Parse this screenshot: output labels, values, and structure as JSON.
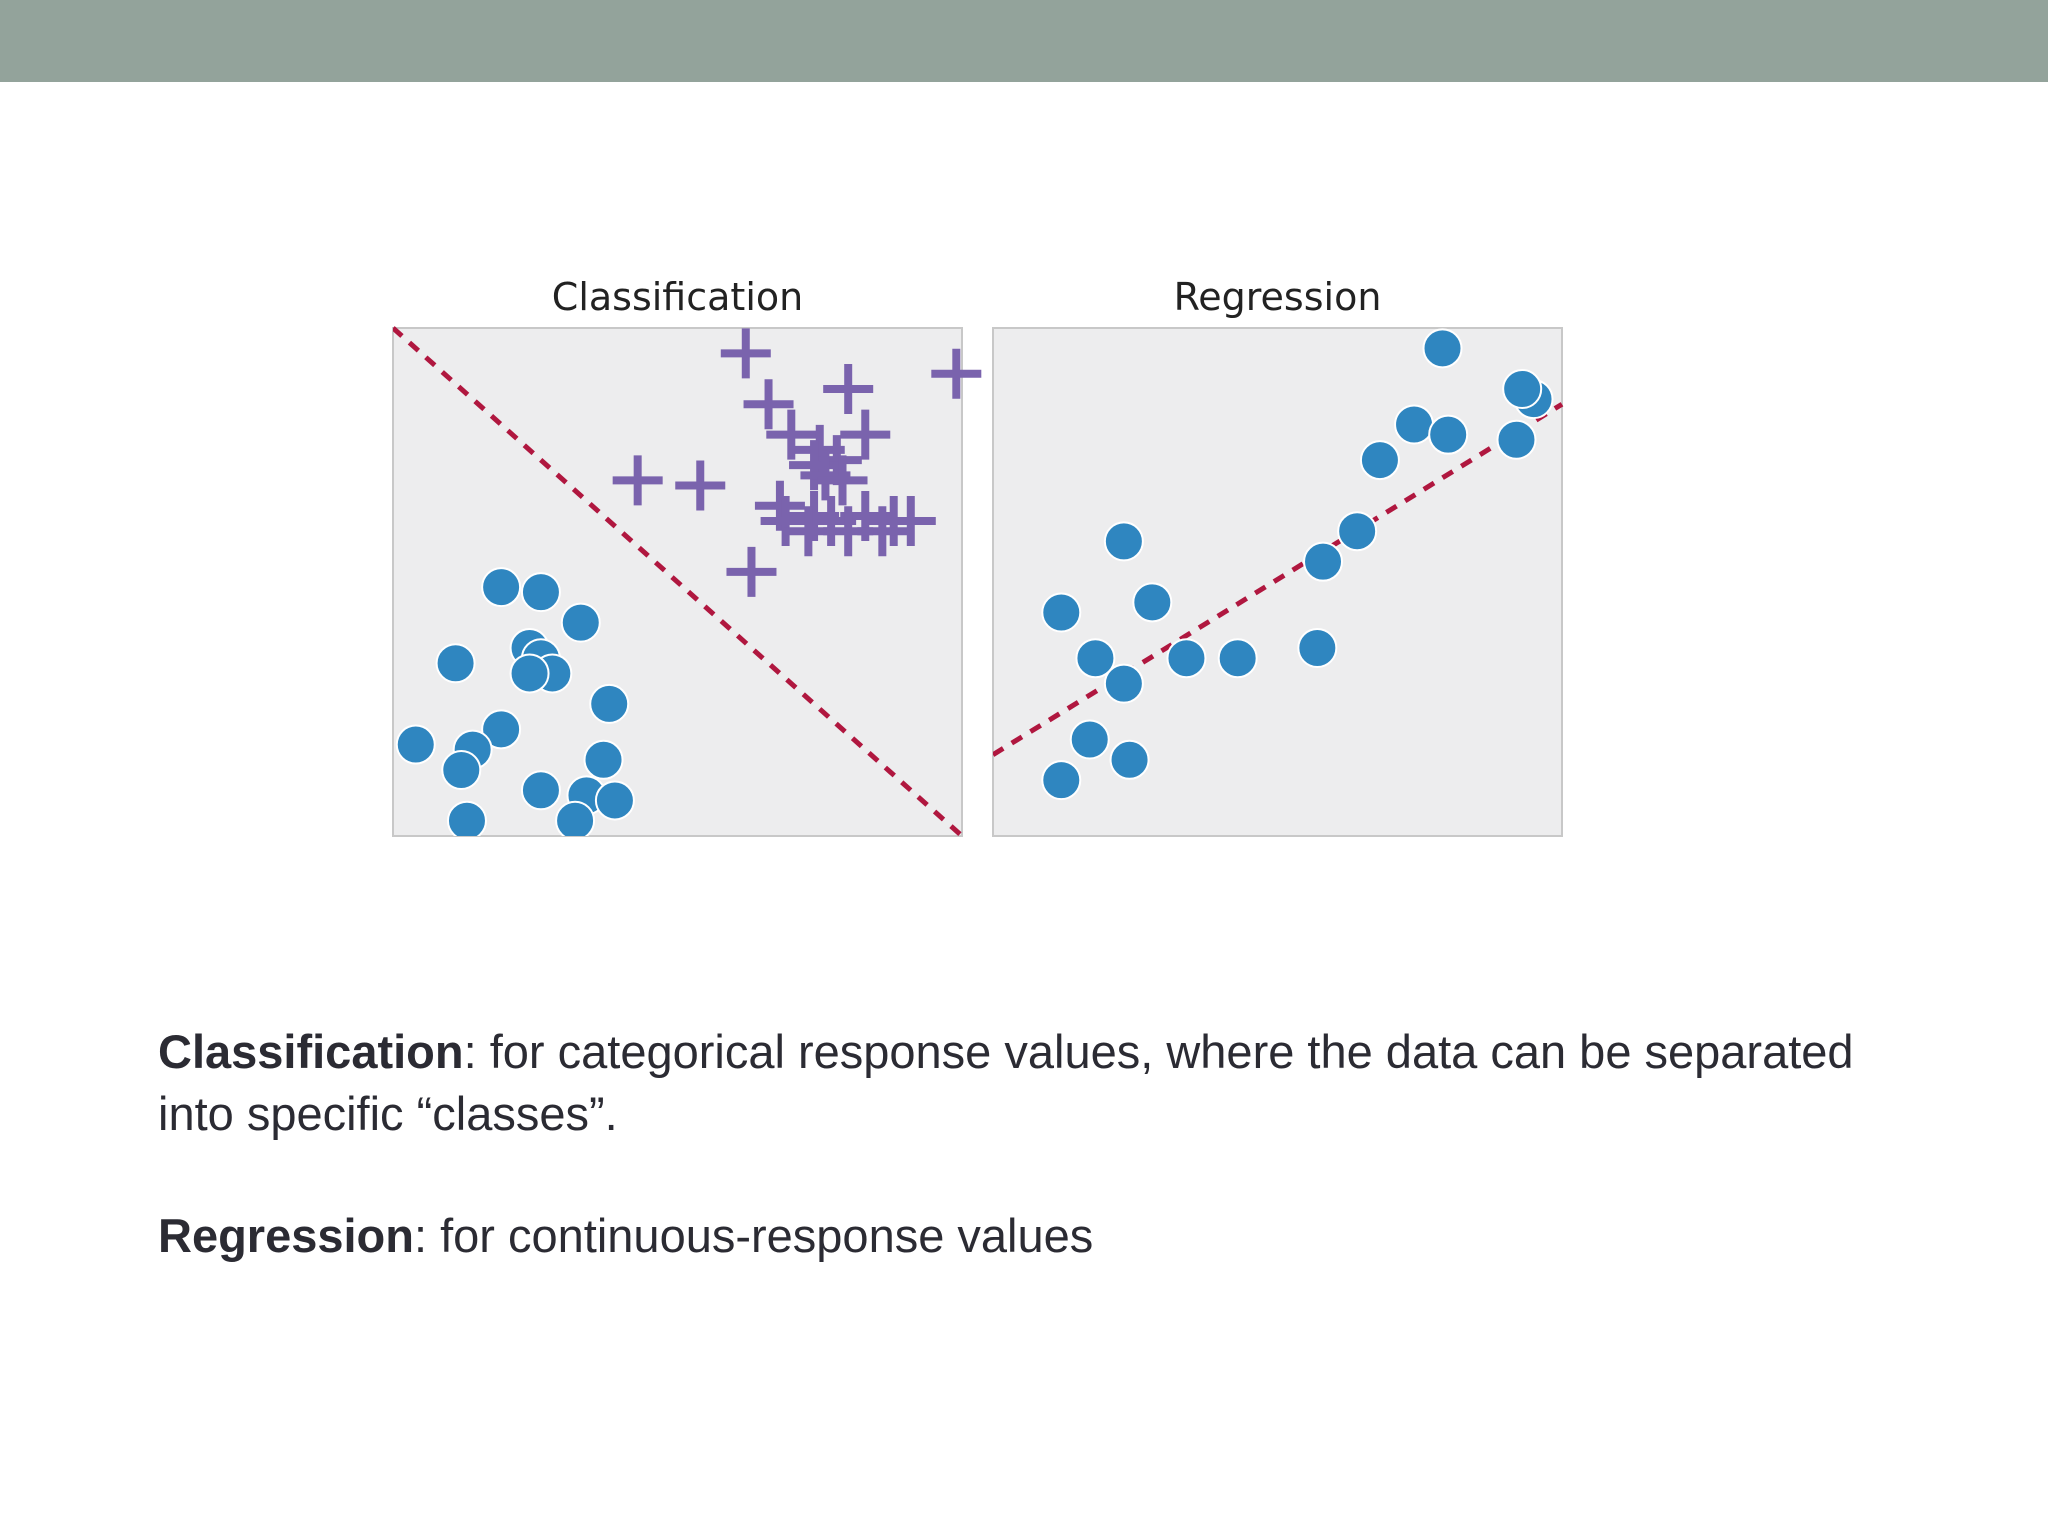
{
  "theme": {
    "top_bar_color": "#93a39b",
    "plot_bg": "#ededee",
    "plot_border": "#c8c8c8",
    "point_color": "#2f86c0",
    "plus_color": "#7a63ad",
    "line_color": "#b0173f"
  },
  "chart_data": [
    {
      "type": "scatter",
      "title": "Classification",
      "xlim": [
        0,
        10
      ],
      "ylim": [
        0,
        10
      ],
      "grid": false,
      "series": [
        {
          "marker": "circle-blue",
          "points": [
            [
              1.9,
              4.9
            ],
            [
              2.6,
              4.8
            ],
            [
              3.3,
              4.2
            ],
            [
              1.1,
              3.4
            ],
            [
              2.4,
              3.7
            ],
            [
              2.6,
              3.5
            ],
            [
              2.8,
              3.2
            ],
            [
              2.4,
              3.2
            ],
            [
              3.8,
              2.6
            ],
            [
              0.4,
              1.8
            ],
            [
              1.9,
              2.1
            ],
            [
              1.4,
              1.7
            ],
            [
              1.2,
              1.3
            ],
            [
              3.7,
              1.5
            ],
            [
              2.6,
              0.9
            ],
            [
              3.4,
              0.8
            ],
            [
              3.9,
              0.7
            ],
            [
              1.3,
              0.3
            ],
            [
              3.2,
              0.3
            ]
          ]
        },
        {
          "marker": "plus-purple",
          "points": [
            [
              6.2,
              9.5
            ],
            [
              8.0,
              8.8
            ],
            [
              9.9,
              9.1
            ],
            [
              6.6,
              8.5
            ],
            [
              7.0,
              7.9
            ],
            [
              8.3,
              7.9
            ],
            [
              7.5,
              7.6
            ],
            [
              7.8,
              7.4
            ],
            [
              7.4,
              7.3
            ],
            [
              7.6,
              7.1
            ],
            [
              7.9,
              7.0
            ],
            [
              4.3,
              7.0
            ],
            [
              5.4,
              6.9
            ],
            [
              6.8,
              6.5
            ],
            [
              7.4,
              6.3
            ],
            [
              7.7,
              6.2
            ],
            [
              8.3,
              6.3
            ],
            [
              6.9,
              6.2
            ],
            [
              8.8,
              6.2
            ],
            [
              8.6,
              6.0
            ],
            [
              8.0,
              6.0
            ],
            [
              9.1,
              6.2
            ],
            [
              7.3,
              6.0
            ],
            [
              6.3,
              5.2
            ]
          ]
        }
      ],
      "boundary": {
        "style": "dashed",
        "from": [
          0,
          10
        ],
        "to": [
          10,
          0
        ]
      }
    },
    {
      "type": "scatter",
      "title": "Regression",
      "xlim": [
        0,
        10
      ],
      "ylim": [
        0,
        10
      ],
      "grid": false,
      "series": [
        {
          "marker": "circle-blue",
          "points": [
            [
              2.3,
              5.8
            ],
            [
              1.2,
              4.4
            ],
            [
              2.8,
              4.6
            ],
            [
              1.8,
              3.5
            ],
            [
              3.4,
              3.5
            ],
            [
              4.3,
              3.5
            ],
            [
              5.7,
              3.7
            ],
            [
              2.3,
              3.0
            ],
            [
              1.7,
              1.9
            ],
            [
              2.4,
              1.5
            ],
            [
              1.2,
              1.1
            ],
            [
              5.8,
              5.4
            ],
            [
              6.4,
              6.0
            ],
            [
              6.8,
              7.4
            ],
            [
              7.4,
              8.1
            ],
            [
              8.0,
              7.9
            ],
            [
              7.9,
              9.6
            ],
            [
              9.5,
              8.6
            ],
            [
              9.3,
              8.8
            ],
            [
              9.2,
              7.8
            ]
          ]
        }
      ],
      "fit_line": {
        "style": "dashed",
        "from": [
          0,
          1.6
        ],
        "to": [
          10,
          8.5
        ]
      }
    }
  ],
  "captions": [
    {
      "term": "Classification",
      "text": ": for categorical response values, where the data can be separated into specific “classes”."
    },
    {
      "term": "Regression",
      "text": ": for continuous-response values"
    }
  ]
}
